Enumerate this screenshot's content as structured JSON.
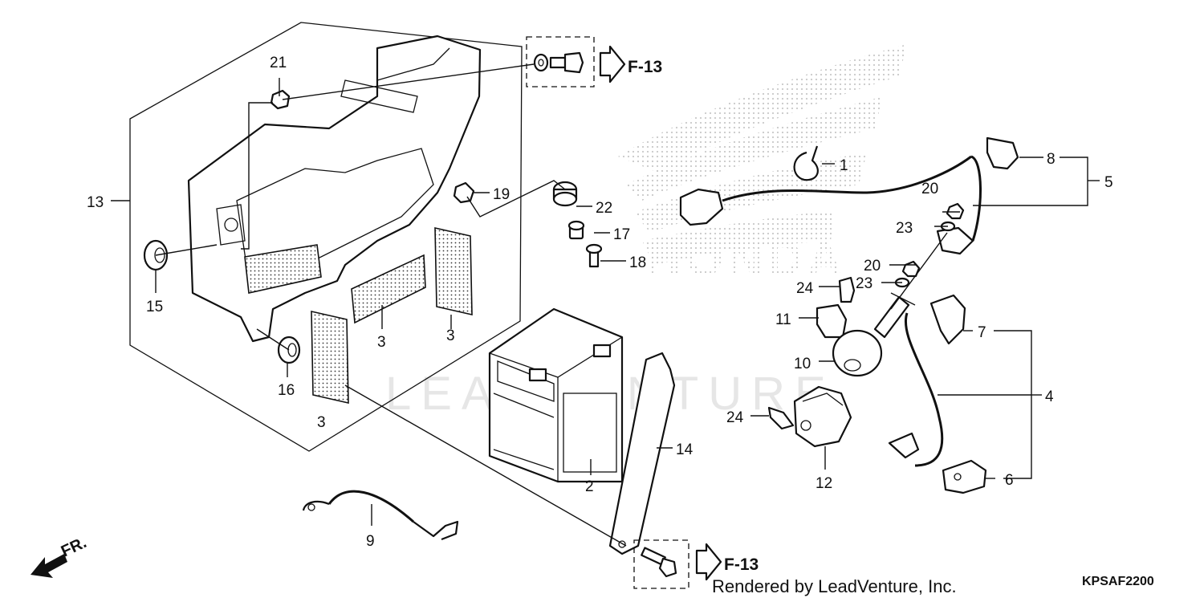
{
  "diagram": {
    "part_labels": [
      {
        "id": "label-1",
        "text": "1"
      },
      {
        "id": "label-2",
        "text": "2"
      },
      {
        "id": "label-3a",
        "text": "3"
      },
      {
        "id": "label-3b",
        "text": "3"
      },
      {
        "id": "label-3c",
        "text": "3"
      },
      {
        "id": "label-4",
        "text": "4"
      },
      {
        "id": "label-5",
        "text": "5"
      },
      {
        "id": "label-6",
        "text": "6"
      },
      {
        "id": "label-7",
        "text": "7"
      },
      {
        "id": "label-8",
        "text": "8"
      },
      {
        "id": "label-9",
        "text": "9"
      },
      {
        "id": "label-10",
        "text": "10"
      },
      {
        "id": "label-11",
        "text": "11"
      },
      {
        "id": "label-12",
        "text": "12"
      },
      {
        "id": "label-13",
        "text": "13"
      },
      {
        "id": "label-14",
        "text": "14"
      },
      {
        "id": "label-15",
        "text": "15"
      },
      {
        "id": "label-16",
        "text": "16"
      },
      {
        "id": "label-17",
        "text": "17"
      },
      {
        "id": "label-18",
        "text": "18"
      },
      {
        "id": "label-19",
        "text": "19"
      },
      {
        "id": "label-20a",
        "text": "20"
      },
      {
        "id": "label-20b",
        "text": "20"
      },
      {
        "id": "label-21",
        "text": "21"
      },
      {
        "id": "label-22",
        "text": "22"
      },
      {
        "id": "label-23a",
        "text": "23"
      },
      {
        "id": "label-23b",
        "text": "23"
      },
      {
        "id": "label-24a",
        "text": "24"
      },
      {
        "id": "label-24b",
        "text": "24"
      }
    ],
    "references": [
      {
        "id": "ref-top",
        "text": "F-13"
      },
      {
        "id": "ref-bottom",
        "text": "F-13"
      }
    ],
    "front_marker": "FR.",
    "watermark_brand": "HONDA",
    "watermark_text": "LEADVENTURE",
    "footer_credit": "Rendered by LeadVenture, Inc.",
    "diagram_code": "KPSAF2200"
  }
}
